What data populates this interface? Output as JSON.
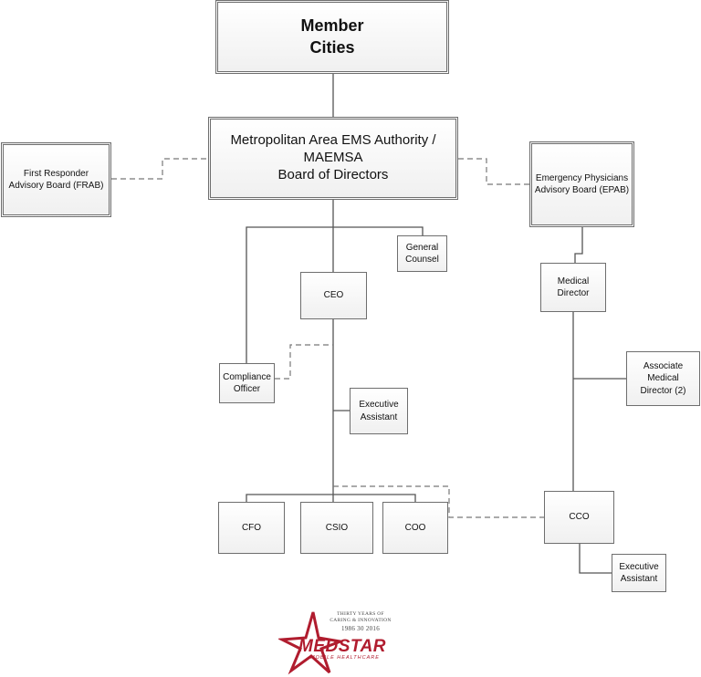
{
  "org_chart": {
    "member_cities": "Member\nCities",
    "board": "Metropolitan Area EMS Authority /\nMAEMSA\nBoard of Directors",
    "frab": "First Responder\nAdvisory Board (FRAB)",
    "epab": "Emergency Physicians\nAdvisory Board (EPAB)",
    "general_counsel": "General\nCounsel",
    "ceo": "CEO",
    "medical_director": "Medical\nDirector",
    "compliance_officer": "Compliance\nOfficer",
    "executive_assistant_ceo": "Executive\nAssistant",
    "associate_medical_director": "Associate Medical\nDirector (2)",
    "cfo": "CFO",
    "csio": "CSIO",
    "coo": "COO",
    "cco": "CCO",
    "executive_assistant_cco": "Executive\nAssistant"
  },
  "logo": {
    "line1": "THIRTY YEARS OF",
    "line2": "CARING & INNOVATION",
    "years": "1986  30  2016",
    "brand": "MEDSTAR",
    "tagline": "MOBILE HEALTHCARE"
  },
  "colors": {
    "line": "#555555",
    "logo_red": "#b01c2e"
  }
}
